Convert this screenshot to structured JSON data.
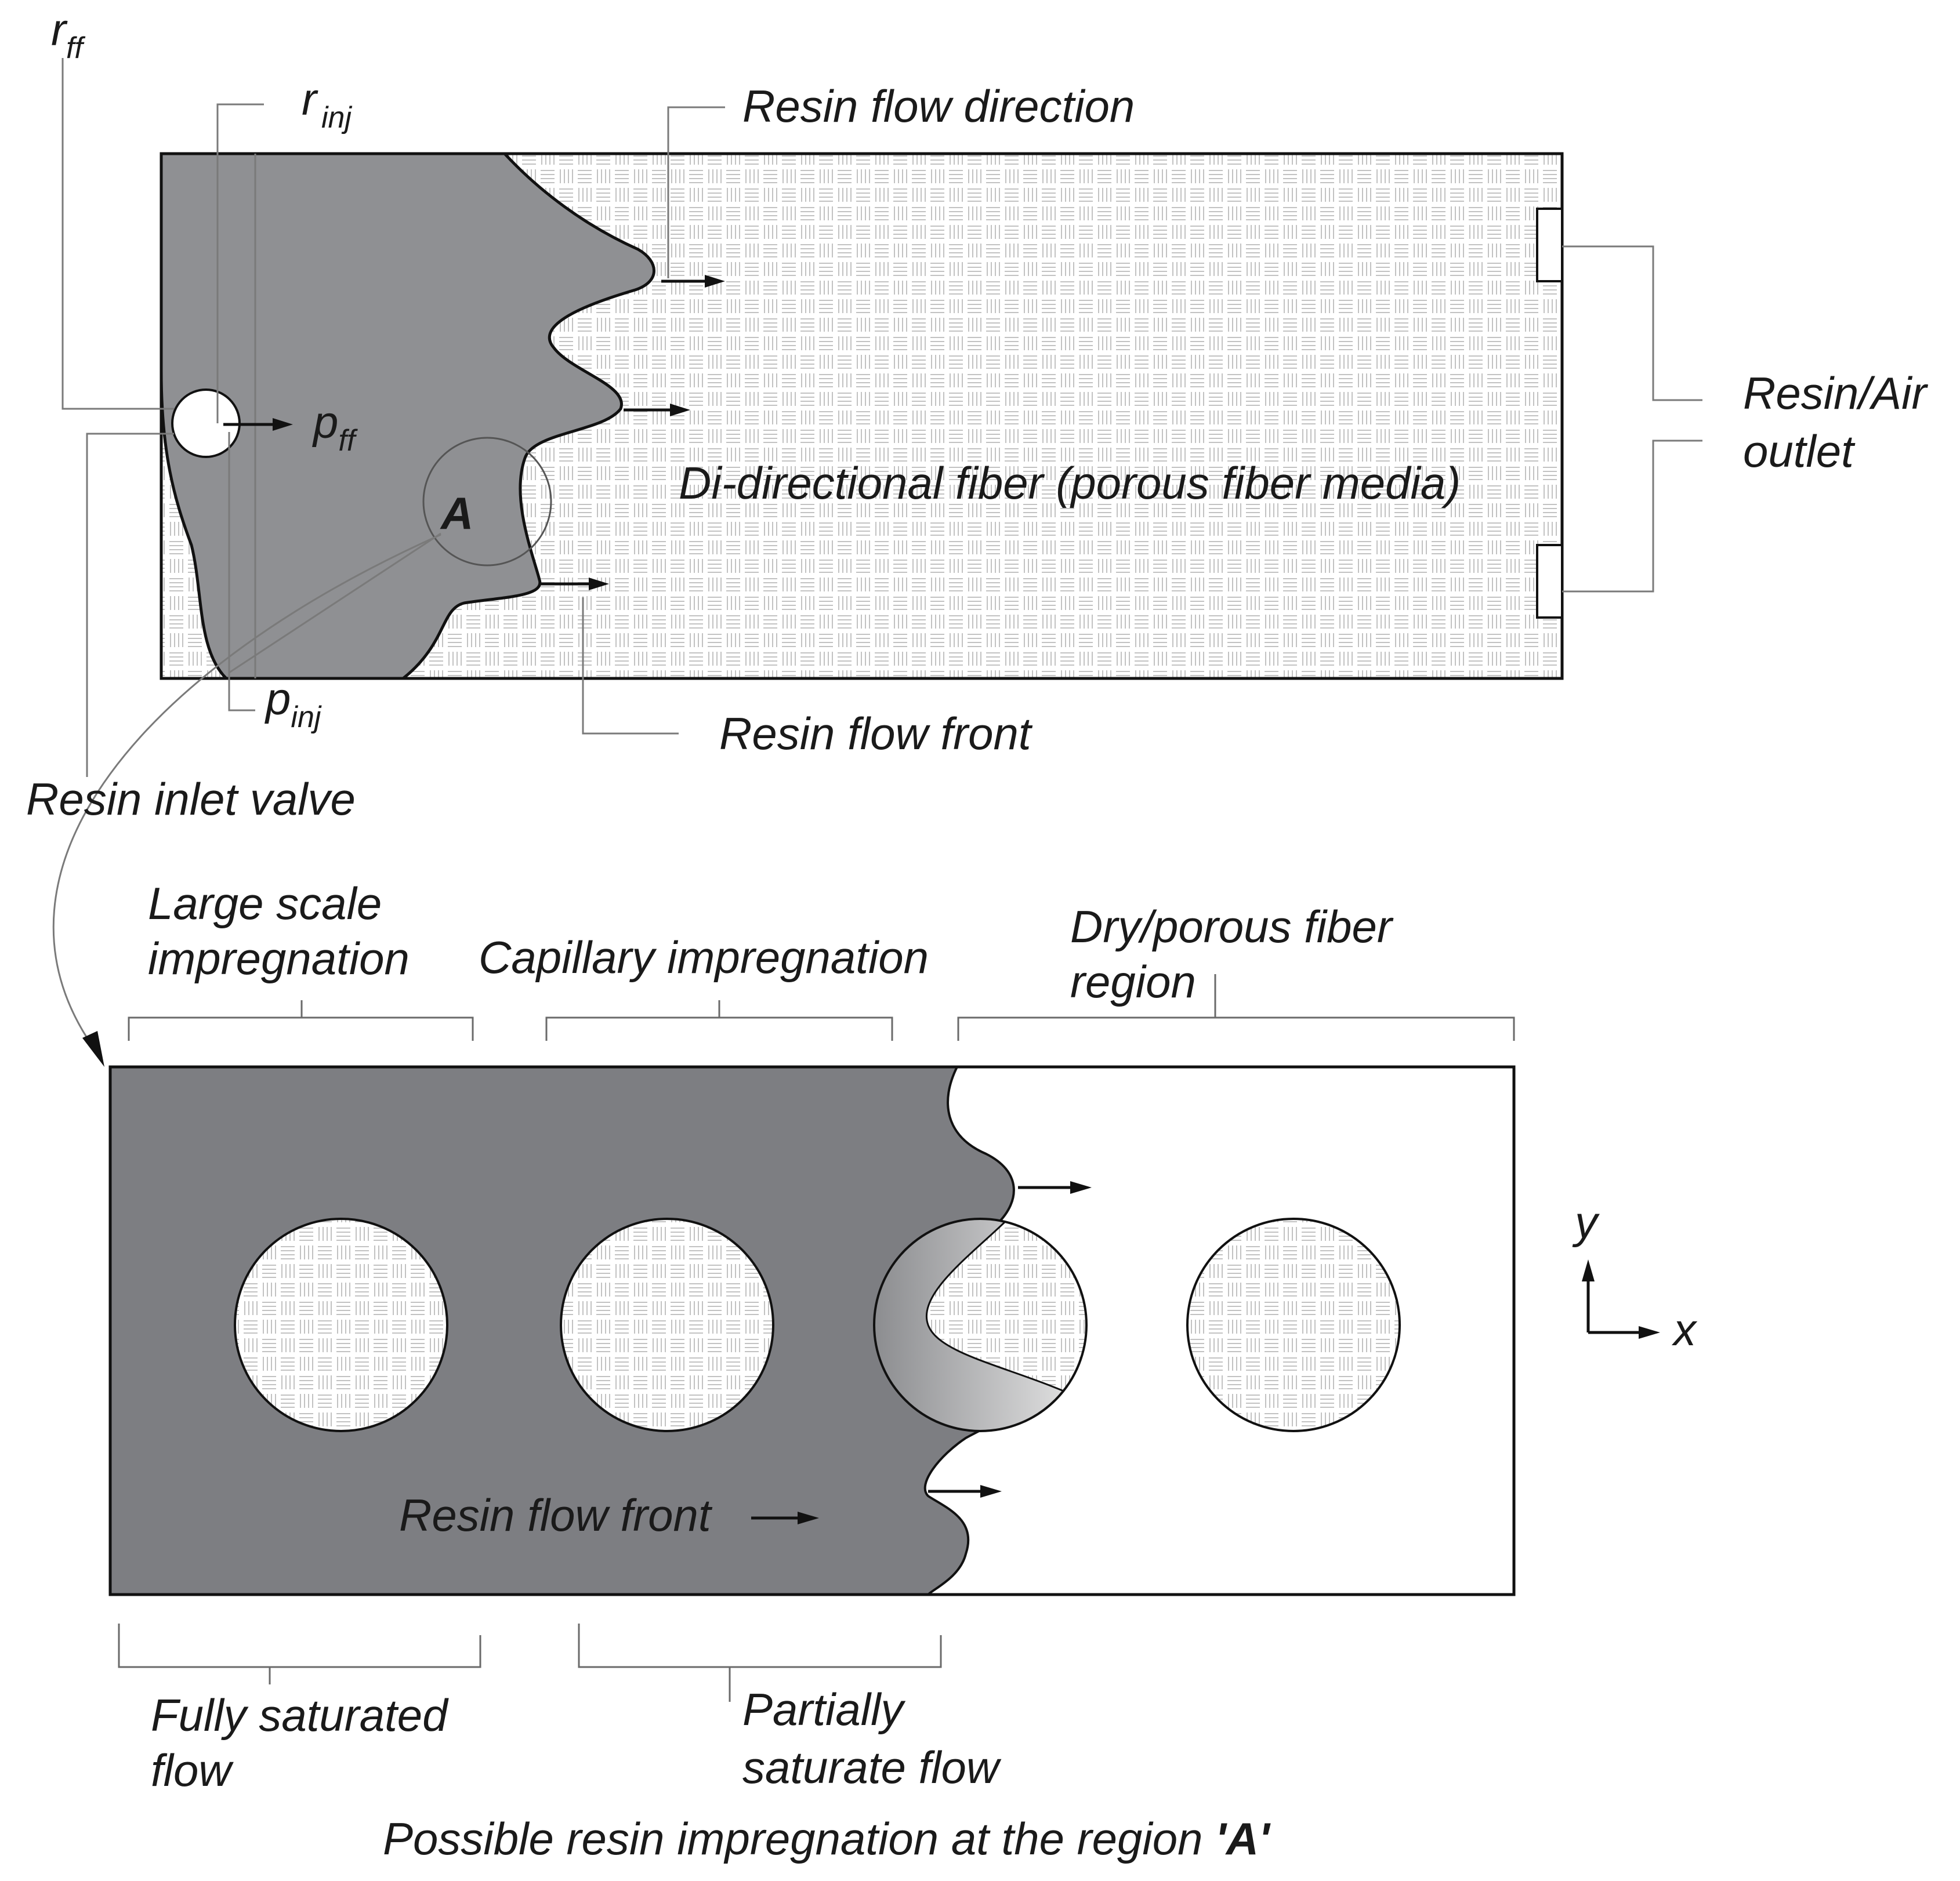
{
  "colors": {
    "resin_dark": "#7d7e82",
    "resin_top": "#8f9093",
    "fiber_line": "#bdbdbd",
    "outline": "#111111",
    "leader": "#7a7a7a"
  },
  "top_panel": {
    "label_r_ff": "r",
    "label_r_ff_sub": "ff",
    "label_r_inj": "r",
    "label_r_inj_sub": "inj",
    "label_p_ff": "p",
    "label_p_ff_sub": "ff",
    "label_p_inj": "p",
    "label_p_inj_sub": "inj",
    "label_region": "A",
    "flow_direction": "Resin flow direction",
    "fiber_media": "Di-directional fiber (porous fiber media)",
    "outlet_line1": "Resin/Air",
    "outlet_line2": "outlet",
    "flow_front": "Resin flow front",
    "inlet_valve": "Resin inlet valve"
  },
  "bottom_panel": {
    "large_scale_line1": "Large scale",
    "large_scale_line2": "impregnation",
    "capillary": "Capillary impregnation",
    "dry_region_line1": "Dry/porous  fiber",
    "dry_region_line2": "region",
    "flow_front": "Resin flow front",
    "fully_saturated_line1": "Fully saturated",
    "fully_saturated_line2": "flow",
    "partially_line1": "Partially",
    "partially_line2": "saturate flow",
    "axis_y": "y",
    "axis_x": "x"
  },
  "caption_prefix": "Possible resin impregnation at the region ",
  "caption_region": "'A'"
}
